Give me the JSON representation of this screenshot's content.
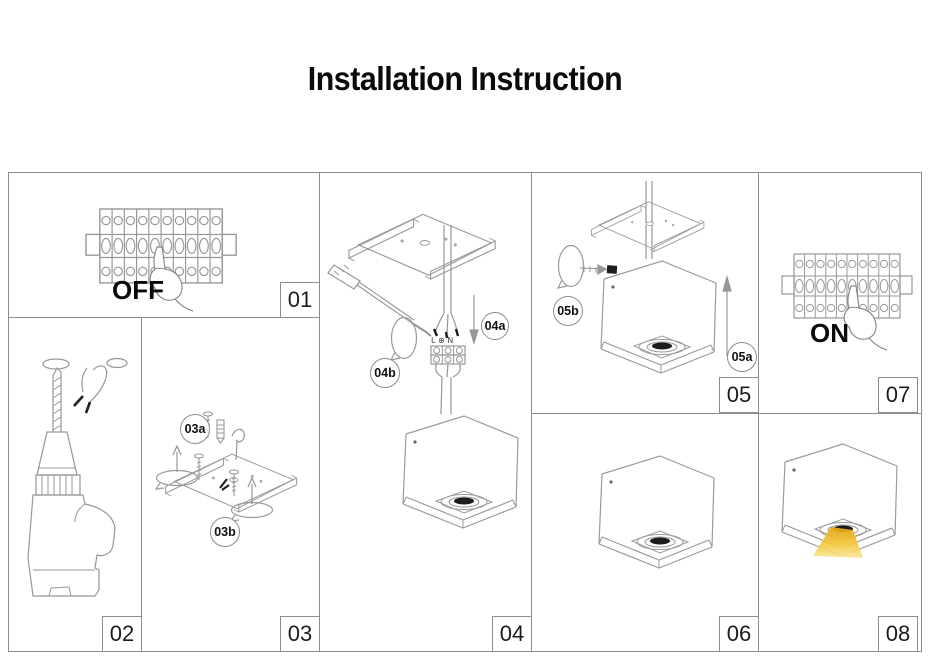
{
  "title": "Installation Instruction",
  "steps": [
    {
      "id": "01",
      "labels": {
        "switch": "OFF"
      }
    },
    {
      "id": "02"
    },
    {
      "id": "03",
      "badges": [
        "03a",
        "03b"
      ]
    },
    {
      "id": "04",
      "badges": [
        "04a",
        "04b"
      ],
      "terminal_marks": "L ⊕ N"
    },
    {
      "id": "05",
      "badges": [
        "05a",
        "05b"
      ]
    },
    {
      "id": "06"
    },
    {
      "id": "07",
      "labels": {
        "switch": "ON"
      }
    },
    {
      "id": "08"
    }
  ],
  "colors": {
    "line_art": "#979797",
    "grid_border": "#8d8d8d",
    "text": "#0b0b0b",
    "beam_top": "#e8a612",
    "beam_bottom": "#f9e89c"
  }
}
